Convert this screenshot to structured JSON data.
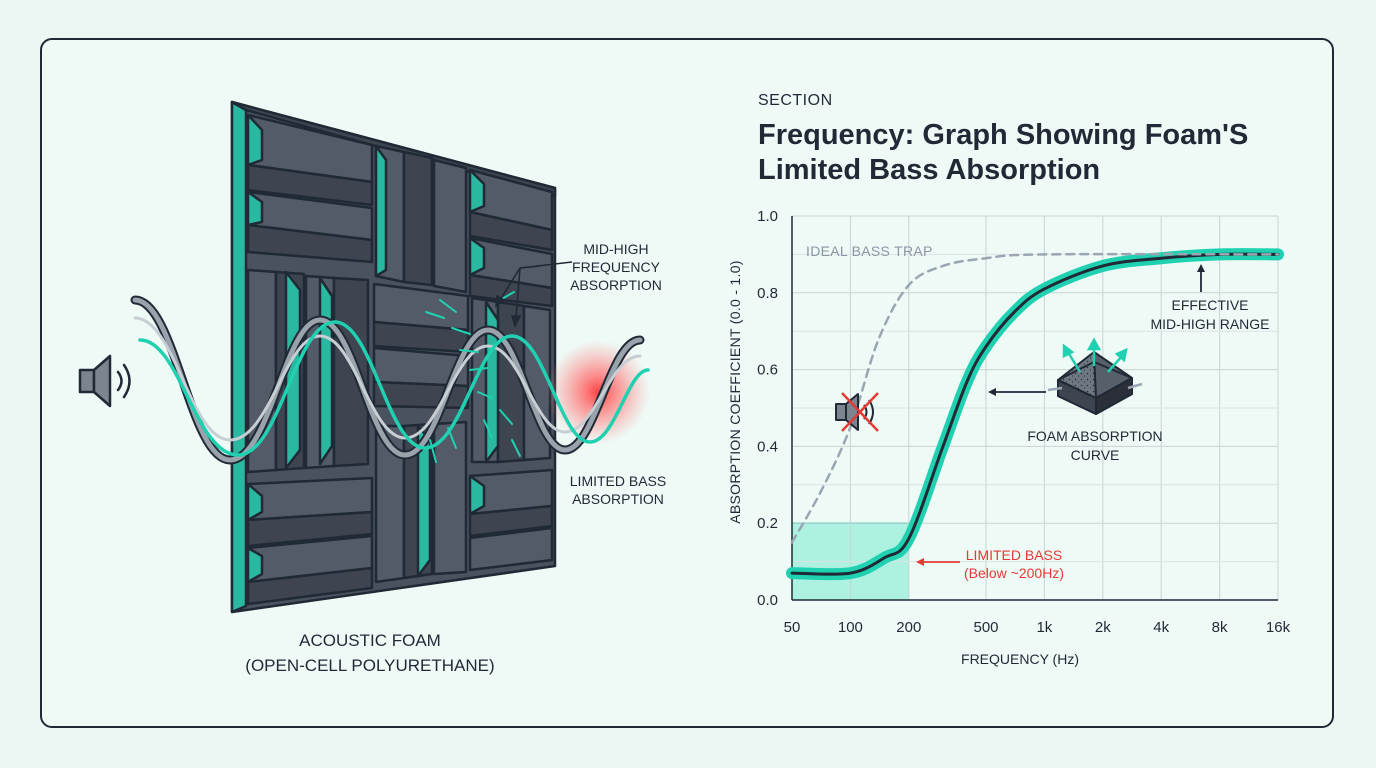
{
  "header": {
    "section_label": "SECTION",
    "title": "Frequency: Graph Showing Foam'S Limited Bass Absorption"
  },
  "illustration": {
    "foam_caption_line1": "ACOUSTIC FOAM",
    "foam_caption_line2": "(OPEN-CELL POLYURETHANE)",
    "mid_high_note_line1": "MID-HIGH",
    "mid_high_note_line2": "FREQUENCY",
    "mid_high_note_line3": "ABSORPTION",
    "limited_bass_note_line1": "LIMITED BASS",
    "limited_bass_note_line2": "ABSORPTION",
    "icons": [
      "speaker-icon",
      "sound-wave",
      "foam-panel",
      "bass-hotspot"
    ]
  },
  "chart_data": {
    "type": "line",
    "xlabel": "FREQUENCY (Hz)",
    "ylabel": "ABSORPTION COEFFICIENT (0.0 - 1.0)",
    "x_scale": "log",
    "x_ticks": [
      "50",
      "100",
      "200",
      "500",
      "1k",
      "2k",
      "4k",
      "8k",
      "16k"
    ],
    "y_ticks": [
      "0.0",
      "0.2",
      "0.4",
      "0.6",
      "0.8",
      "1.0"
    ],
    "ylim": [
      0,
      1
    ],
    "grid": true,
    "series": [
      {
        "name": "FOAM ABSORPTION CURVE",
        "color": "#1fd1b0",
        "points": [
          [
            50,
            0.07
          ],
          [
            100,
            0.07
          ],
          [
            150,
            0.11
          ],
          [
            200,
            0.16
          ],
          [
            300,
            0.4
          ],
          [
            400,
            0.57
          ],
          [
            500,
            0.66
          ],
          [
            700,
            0.75
          ],
          [
            1000,
            0.81
          ],
          [
            2000,
            0.87
          ],
          [
            4000,
            0.89
          ],
          [
            8000,
            0.9
          ],
          [
            16000,
            0.9
          ]
        ]
      },
      {
        "name": "IDEAL BASS TRAP",
        "color": "#9aa6b2",
        "dashed": true,
        "points": [
          [
            50,
            0.15
          ],
          [
            70,
            0.28
          ],
          [
            100,
            0.45
          ],
          [
            140,
            0.68
          ],
          [
            200,
            0.82
          ],
          [
            300,
            0.87
          ],
          [
            500,
            0.89
          ],
          [
            1000,
            0.9
          ],
          [
            16000,
            0.9
          ]
        ]
      }
    ],
    "annotations": {
      "effective_line1": "EFFECTIVE",
      "effective_line2": "MID-HIGH RANGE",
      "foam_curve_line1": "FOAM ABSORPTION",
      "foam_curve_line2": "CURVE",
      "limited_bass_line1": "LIMITED BASS",
      "limited_bass_line2": "(Below ~200Hz)",
      "ideal_label": "IDEAL BASS TRAP"
    },
    "highlight_region": {
      "x_from": 50,
      "x_to": 200,
      "y_from": 0,
      "y_to": 0.2,
      "color": "#5ee6c6"
    },
    "colors": {
      "accent": "#1fd1b0",
      "warning": "#e53935",
      "ink": "#1f2a36"
    }
  }
}
